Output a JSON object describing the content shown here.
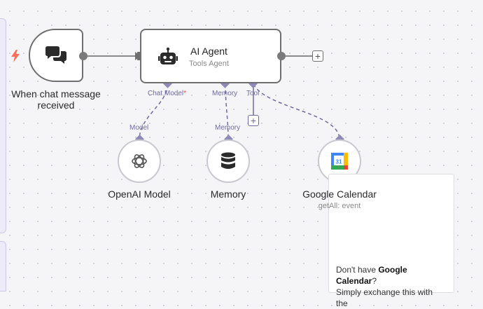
{
  "trigger": {
    "label": "When chat message received",
    "icon": "chat-bubbles-icon",
    "bolt_icon": "lightning-icon",
    "bolt_color": "#ff6d5a"
  },
  "agent": {
    "title": "AI Agent",
    "subtitle": "Tools Agent",
    "icon": "robot-icon"
  },
  "ports": {
    "chat_model": "Chat Model",
    "required_marker": "*",
    "memory": "Memory",
    "tool": "Tool"
  },
  "sub_nodes": [
    {
      "label": "OpenAI Model",
      "input_label": "Model",
      "icon": "openai-icon"
    },
    {
      "label": "Memory",
      "input_label": "Memory",
      "icon": "database-icon"
    },
    {
      "label": "Google Calendar",
      "sub": "getAll: event",
      "icon": "google-calendar-icon",
      "icon_text": "31"
    }
  ],
  "sticky_note": {
    "line1_prefix": "Don't have ",
    "line1_bold": "Google Calendar",
    "line1_suffix": "?",
    "line2": "Simply exchange this with the"
  },
  "colors": {
    "accent": "#6f6a9c",
    "port": "#8e8ab8",
    "node_border": "#6f6f6f",
    "required": "#ff3d3d"
  }
}
